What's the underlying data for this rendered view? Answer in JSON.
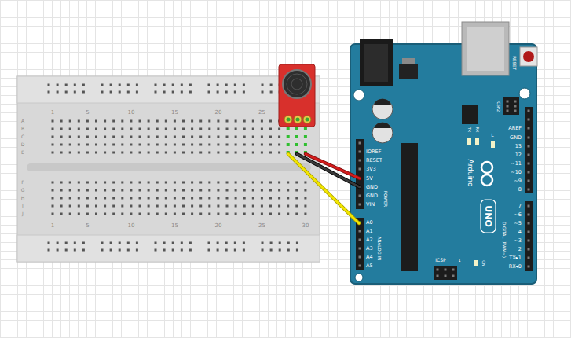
{
  "diagram": {
    "labels": [
      "1",
      "5",
      "10",
      "15",
      "20",
      "25",
      "A",
      "B",
      "C",
      "D",
      "E",
      "F",
      "G",
      "H",
      "I",
      "J",
      "1",
      "5",
      "10",
      "15",
      "20",
      "25",
      "30",
      "IOREF",
      "RESET",
      "3V3",
      "5V",
      "GND",
      "GND",
      "VIN",
      "POWER",
      "A0",
      "A1",
      "A2",
      "A3",
      "A4",
      "A5",
      "ANALOG IN",
      "AREF",
      "GND",
      "13",
      "12",
      "~11",
      "~10",
      "~9",
      "8",
      "7",
      "~6",
      "~5",
      "4",
      "~3",
      "2",
      "TX▸1",
      "RX◂0",
      "DIGITAL (PWM~)",
      "RESET",
      "ICSP2",
      "TX",
      "RX",
      "L",
      "Arduino",
      "UNO",
      "ICSP",
      "1",
      "ON"
    ]
  }
}
